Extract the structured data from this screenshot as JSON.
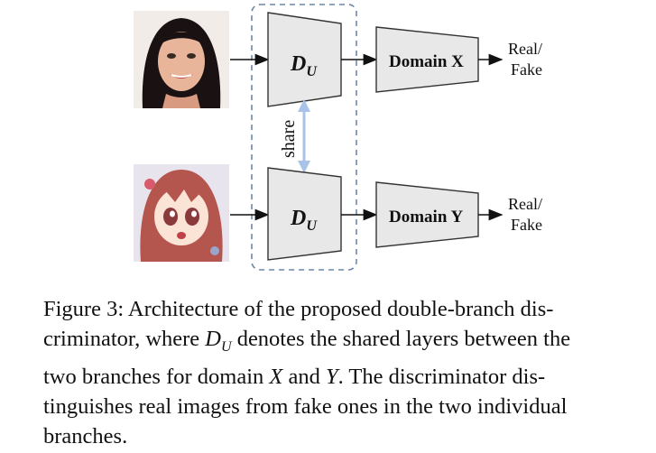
{
  "diagram": {
    "branches": [
      {
        "input_image": "woman-face-photo",
        "encoder_label": "D",
        "encoder_subscript": "U",
        "domain_label": "Domain X",
        "output_line1": "Real/",
        "output_line2": "Fake"
      },
      {
        "input_image": "anime-girl-illustration",
        "encoder_label": "D",
        "encoder_subscript": "U",
        "domain_label": "Domain Y",
        "output_line1": "Real/",
        "output_line2": "Fake"
      }
    ],
    "share_label": "share",
    "colors": {
      "block_fill": "#e8e8e8",
      "block_stroke": "#333333",
      "share_arrow": "#a9c3e8",
      "dashed_box": "#6a86a8"
    }
  },
  "caption": {
    "label": "Figure 3:",
    "lines": [
      " Architecture of the proposed double-branch dis-",
      "criminator, where ",
      " denotes the shared layers between the",
      "two branches for domain ",
      " and ",
      ". The discriminator dis-",
      "tinguishes real images from fake ones in the two individual",
      "branches."
    ],
    "math_du": "D",
    "math_du_sub": "U",
    "math_x": "X",
    "math_y": "Y"
  }
}
